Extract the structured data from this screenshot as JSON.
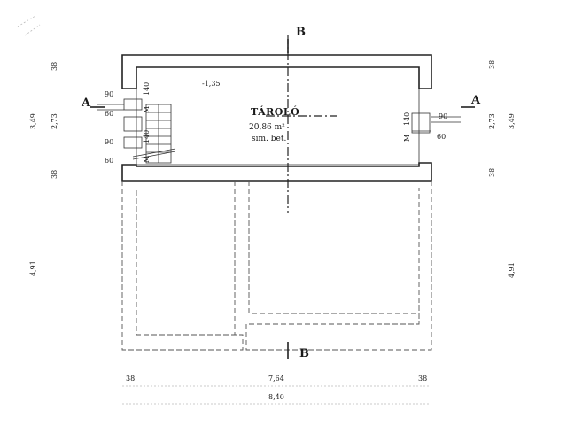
{
  "section_marks": {
    "a_left": "A",
    "a_right": "A",
    "b_top": "B",
    "b_bottom": "B"
  },
  "room": {
    "name": "TÁROLÓ",
    "area": "20,86 m²",
    "finish": "sim. bet."
  },
  "level": "-1,35",
  "openings": {
    "left_upper_w": "90",
    "left_upper_h": "140",
    "left_upper_lower": "60",
    "left_lower_w": "90",
    "left_lower_h": "140",
    "left_lower_lower": "60",
    "left_m1": "M",
    "left_m2": "M",
    "right_h": "140",
    "right_w": "90",
    "right_lower": "60",
    "right_m": "M"
  },
  "left_dims": {
    "top": "38",
    "h1": "3,49",
    "h2": "2,73",
    "mid": "38",
    "bottom": "4,91"
  },
  "right_dims": {
    "top": "38",
    "h1": "2,73",
    "h2": "3,49",
    "mid": "38",
    "bottom": "4,91"
  },
  "bottom_dims": {
    "left": "38",
    "middle": "7,64",
    "right": "38",
    "total": "8,40"
  }
}
